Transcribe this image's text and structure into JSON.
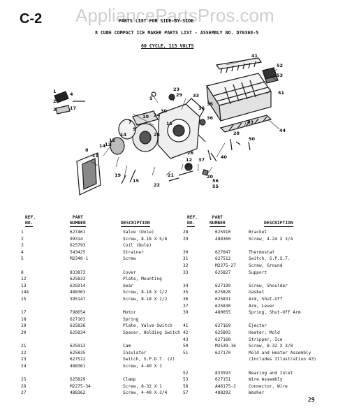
{
  "header": {
    "code": "C-2",
    "watermark": "AppliancePartsPros.com",
    "line1": "PARTS LIST FOR SIDE-BY-SIDE",
    "line2": "8 CUBE COMPACT ICE MAKER PARTS LIST - ASSEMBLY NO. D70368-5",
    "line3": "60 CYCLE, 115 VOLTS"
  },
  "diagram": {
    "callouts": [
      "41",
      "52",
      "53",
      "51",
      "44",
      "43",
      "28",
      "50",
      "23",
      "29",
      "5",
      "24",
      "30",
      "33",
      "36",
      "35",
      "36",
      "12",
      "25",
      "14",
      "8",
      "14",
      "7",
      "9",
      "10",
      "19",
      "16",
      "26",
      "12",
      "22",
      "27",
      "21",
      "37",
      "13",
      "15",
      "11",
      "40",
      "20",
      "56",
      "55",
      "1",
      "2",
      "3",
      "4",
      "17"
    ]
  },
  "table": {
    "headers": {
      "ref": [
        "REF.",
        "NO."
      ],
      "part": [
        "PART",
        "NUMBER"
      ],
      "desc": "DESCRIPTION"
    },
    "left": [
      [
        "1",
        "627461",
        "Valve (Dole)"
      ],
      [
        "2",
        "99314",
        "Screw, 8-18 X 5/8"
      ],
      [
        "3",
        "625793",
        "Coil (Dole)"
      ],
      [
        "4",
        "543425",
        "Strainer"
      ],
      [
        "5",
        "M2340-1",
        "Screw"
      ],
      [
        "",
        "",
        ""
      ],
      [
        "8",
        "833873",
        "Cover"
      ],
      [
        "12",
        "625833",
        "Plate, Mounting"
      ],
      [
        "13",
        "625914",
        "Gear"
      ],
      [
        "144",
        "488363",
        "Screw, 8-18 X 1/2"
      ],
      [
        "15",
        "595147",
        "Screw, 8-18 X 1/2"
      ],
      [
        "",
        "",
        ""
      ],
      [
        "17",
        "798654",
        "Motor"
      ],
      [
        "18",
        "627163",
        "Spring"
      ],
      [
        "19",
        "625836",
        "Plate, Valve Switch"
      ],
      [
        "20",
        "625834",
        "Spacer, Holding Switch"
      ],
      [
        "",
        "",
        ""
      ],
      [
        "21",
        "625913",
        "Cam"
      ],
      [
        "22",
        "625835",
        "Insulator"
      ],
      [
        "23",
        "627512",
        "Switch, S.P.D.T. (2)"
      ],
      [
        "24",
        "488361",
        "Screw, 4-40 X 1"
      ],
      [
        "",
        "",
        ""
      ],
      [
        "25",
        "625829",
        "Clamp"
      ],
      [
        "26",
        "M2275-34",
        "Screw, 8-32 X 1"
      ],
      [
        "27",
        "488362",
        "Screw, 4-40 X 3/4"
      ]
    ],
    "right": [
      [
        "28",
        "625910",
        "Bracket"
      ],
      [
        "29",
        "488360",
        "Screw, 4-24 X 3/4"
      ],
      [
        "",
        "",
        ""
      ],
      [
        "30",
        "627047",
        "Thermostat"
      ],
      [
        "31",
        "627512",
        "Switch, S.P.S.T."
      ],
      [
        "32",
        "M2275-27",
        "Screw, Ground"
      ],
      [
        "33",
        "625827",
        "Support"
      ],
      [
        "",
        "",
        ""
      ],
      [
        "34",
        "627199",
        "Screw, Shoulder"
      ],
      [
        "35",
        "625828",
        "Gasket"
      ],
      [
        "36",
        "625831",
        "Arm, Shut-Off"
      ],
      [
        "37",
        "625830",
        "Arm, Lever"
      ],
      [
        "39",
        "480055",
        "Spring, Shut-Off Arm"
      ],
      [
        "",
        "",
        ""
      ],
      [
        "41",
        "627169",
        "Ejector"
      ],
      [
        "42",
        "625893",
        "Heater, Mold"
      ],
      [
        "43",
        "627168",
        "Stripper, Ice"
      ],
      [
        "50",
        "M2539-16",
        "Screw, 8-32 X 3/8"
      ],
      [
        "51",
        "627170",
        "Mold and Heater Assembly"
      ],
      [
        "",
        "",
        "(Includes Illustration 43)"
      ],
      [
        "",
        "",
        ""
      ],
      [
        "52",
        "833593",
        "Bearing and Inlet"
      ],
      [
        "53",
        "627151",
        "Wire Assembly"
      ],
      [
        "56",
        "A46175-2",
        "Connector, Wire"
      ],
      [
        "57",
        "488292",
        "Washer"
      ]
    ]
  },
  "footer": {
    "page": "29"
  }
}
